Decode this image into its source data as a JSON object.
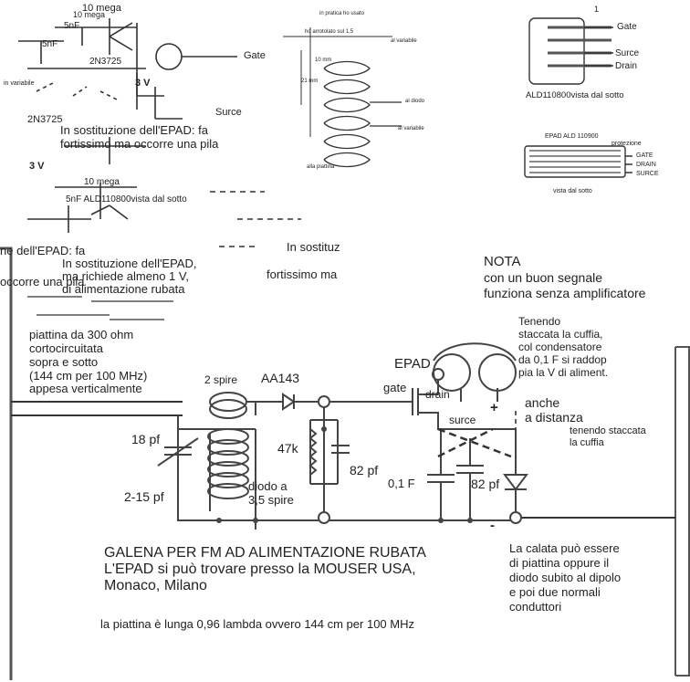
{
  "top_left_sketch": {
    "l1": "10 mega",
    "l2": "10 mega",
    "l3": "5nF",
    "l4": "5nF",
    "l5": "2N3725",
    "l6": "3 V",
    "l7": "Gate",
    "l8": "Surce",
    "l9": "2N3725",
    "l10": "In sostituzione dell'EPAD: fa",
    "l11": "fortissimo ma occorre una pila",
    "l12": "3 V",
    "l13": "10 mega",
    "l14": "5nF ALD110800vista dal sotto",
    "l15": "in variabile"
  },
  "coil_sketch": {
    "l1": "in pratica ho usato",
    "l2": "ho arrotolato sul 1,5",
    "l3": "21 mm",
    "l4": "10 mm",
    "l5": "al variabile",
    "l6": "al diodo",
    "l7": "al variabile",
    "l8": "alla piattina"
  },
  "ald_chip": {
    "gate": "Gate",
    "surce": "Surce",
    "drain": "Drain",
    "caption": "ALD110800vista dal sotto",
    "pin1": "1"
  },
  "epad_chip": {
    "title": "EPAD ALD 110900",
    "protezione": "protezione",
    "gate": "GATE",
    "drain": "DRAIN",
    "surce": "SURCE",
    "caption": "vista dal sotto"
  },
  "overlap_notes": {
    "l1": "ne dell'EPAD: fa",
    "l2": "In sostituzione dell'EPAD,",
    "l3": "ma richiede almeno 1 V,",
    "l4": "occorre una pila",
    "l5": "di alimentazione rubata",
    "l6": "In sostituz",
    "l7": "fortissimo ma"
  },
  "nota": {
    "title": "NOTA",
    "line1": "con un buon segnale",
    "line2": "funziona senza amplificatore"
  },
  "tenendo": {
    "line1": "Tenendo",
    "line2": "staccata la cuffia,",
    "line3": "col condensatore",
    "line4": "da 0,1 F si raddop",
    "line5": "pia la V di aliment."
  },
  "piattina": {
    "line1": "piattina da 300 ohm",
    "line2": "cortocircuitata",
    "line3": "sopra e sotto",
    "line4": "(144 cm per 100 MHz)",
    "line5": "appesa verticalmente"
  },
  "labels": {
    "epad": "EPAD",
    "gate": "gate",
    "drain": "drain",
    "surce": "surce",
    "two_spire": "2 spire",
    "diode": "AA143",
    "c18": "18 pf",
    "c215": "2-15 pf",
    "r47k": "47k",
    "c82a": "82 pf",
    "c82b": "82 pf",
    "c01": "0,1 F",
    "diodo_a": "diodo a",
    "spire35": "3,5 spire",
    "plus": "+",
    "minus": "-",
    "anche": "anche",
    "a_distanza": "a distanza",
    "tenendo_staccata": "tenendo staccata",
    "la_cuffia": "la cuffia"
  },
  "title": {
    "line1": "GALENA PER FM AD ALIMENTAZIONE RUBATA",
    "line2": "L'EPAD si può trovare presso la MOUSER USA,",
    "line3": "Monaco, Milano"
  },
  "footer": "la piattina è lunga 0,96 lambda ovvero 144 cm per 100 MHz",
  "calata": {
    "line1": "La calata può essere",
    "line2": "di piattina oppure il",
    "line3": "diodo subito al dipolo",
    "line4": "e poi due normali",
    "line5": "conduttori"
  }
}
